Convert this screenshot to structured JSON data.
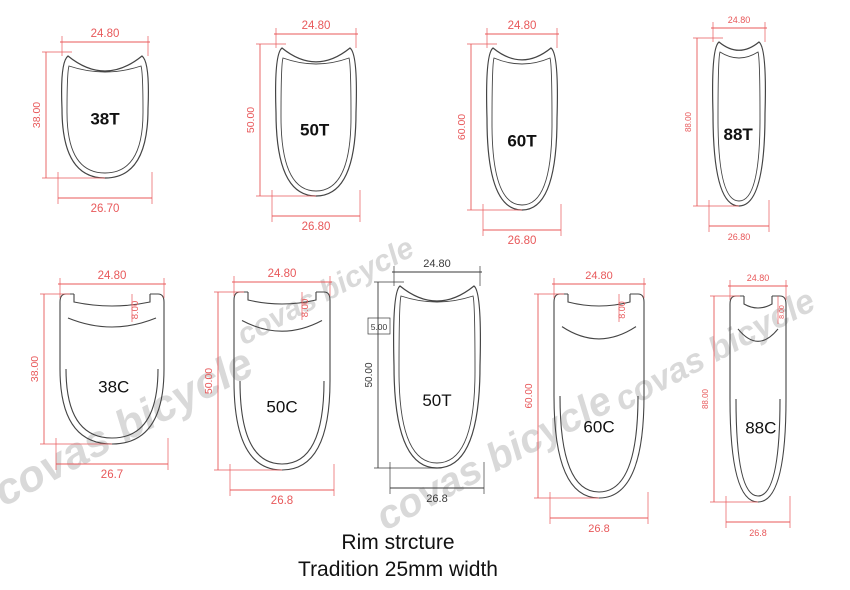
{
  "colors": {
    "dimension_red": "#e8585a",
    "dimension_dark": "#3a3a3a",
    "outline": "#444444",
    "text": "#111111",
    "watermark": "#d9d9d9"
  },
  "watermark": "covas bicycle",
  "caption": {
    "line1": "Rim strcture",
    "line2": "Tradition 25mm width"
  },
  "rims": [
    {
      "id": "r38t",
      "label": "38T",
      "top": "24.80",
      "bottom": "26.70",
      "height": "38.00"
    },
    {
      "id": "r50t",
      "label": "50T",
      "top": "24.80",
      "bottom": "26.80",
      "height": "50.00"
    },
    {
      "id": "r60t",
      "label": "60T",
      "top": "24.80",
      "bottom": "26.80",
      "height": "60.00"
    },
    {
      "id": "r88t",
      "label": "88T",
      "top": "24.80",
      "bottom": "26.80",
      "height": "88.00"
    },
    {
      "id": "r38c",
      "label": "38C",
      "top": "24.80",
      "bottom": "26.7",
      "height": "38.00",
      "inner": "8.00"
    },
    {
      "id": "r50c",
      "label": "50C",
      "top": "24.80",
      "bottom": "26.8",
      "height": "50.00",
      "inner": "8.00"
    },
    {
      "id": "r50t2",
      "label": "50T",
      "top": "24.80",
      "bottom": "26.8",
      "height": "50.00",
      "inner": "5.00"
    },
    {
      "id": "r60c",
      "label": "60C",
      "top": "24.80",
      "bottom": "26.8",
      "height": "60.00",
      "inner": "8.00"
    },
    {
      "id": "r88c",
      "label": "88C",
      "top": "24.80",
      "bottom": "26.8",
      "height": "88.00",
      "inner": "8.00"
    }
  ]
}
